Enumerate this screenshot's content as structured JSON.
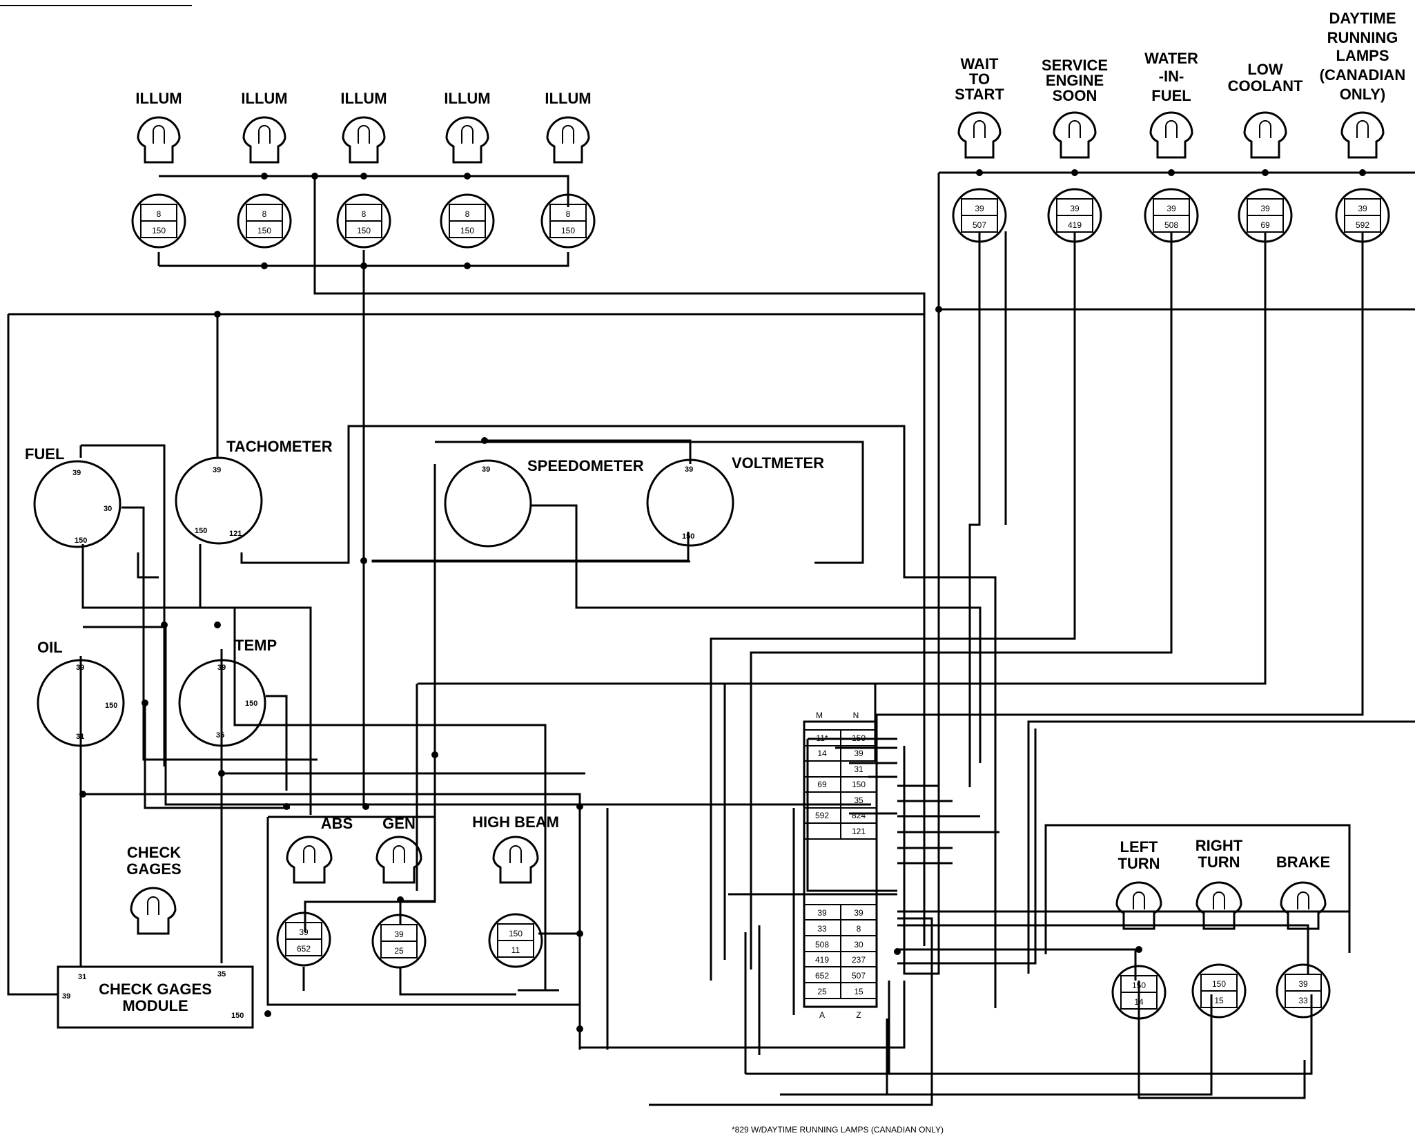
{
  "illum_lamps": [
    {
      "label": "ILLUM",
      "top": "8",
      "bottom": "150"
    },
    {
      "label": "ILLUM",
      "top": "8",
      "bottom": "150"
    },
    {
      "label": "ILLUM",
      "top": "8",
      "bottom": "150"
    },
    {
      "label": "ILLUM",
      "top": "8",
      "bottom": "150"
    },
    {
      "label": "ILLUM",
      "top": "8",
      "bottom": "150"
    }
  ],
  "warning_lamps": [
    {
      "label": [
        "WAIT",
        "TO",
        "START"
      ],
      "top": "39",
      "bottom": "507"
    },
    {
      "label": [
        "SERVICE",
        "ENGINE",
        "SOON"
      ],
      "top": "39",
      "bottom": "419"
    },
    {
      "label": [
        "WATER",
        "-IN-",
        "FUEL"
      ],
      "top": "39",
      "bottom": "508"
    },
    {
      "label": [
        "LOW",
        "COOLANT"
      ],
      "top": "39",
      "bottom": "69"
    },
    {
      "label": [
        "DAYTIME",
        "RUNNING",
        "LAMPS",
        "(CANADIAN",
        "ONLY)"
      ],
      "top": "39",
      "bottom": "592"
    }
  ],
  "gauges": {
    "fuel": {
      "label": "FUEL",
      "p1": "39",
      "p2": "30",
      "p3": "150"
    },
    "tachometer": {
      "label": "TACHOMETER",
      "p1": "39",
      "p2": "150",
      "p3": "121"
    },
    "speedometer": {
      "label": "SPEEDOMETER",
      "p1": "39"
    },
    "voltmeter": {
      "label": "VOLTMETER",
      "p1": "39",
      "p2": "150"
    },
    "oil": {
      "label": "OIL",
      "p1": "39",
      "p2": "150",
      "p3": "31"
    },
    "temp": {
      "label": "TEMP",
      "p1": "39",
      "p2": "150",
      "p3": "35"
    }
  },
  "center_lamps": {
    "abs": {
      "label": "ABS",
      "top": "39",
      "bottom": "652"
    },
    "gen": {
      "label": "GEN",
      "top": "39",
      "bottom": "25"
    },
    "high_beam": {
      "label": "HIGH BEAM",
      "top": "150",
      "bottom": "11"
    }
  },
  "check_gages": {
    "label": [
      "CHECK",
      "GAGES"
    ]
  },
  "module": {
    "label": [
      "CHECK GAGES",
      "MODULE"
    ],
    "pin_31": "31",
    "pin_35": "35",
    "pin_39": "39",
    "pin_150": "150"
  },
  "connector": {
    "col_m": "M",
    "col_n": "N",
    "col_a": "A",
    "col_z": "Z",
    "upper_rows": [
      [
        "11*",
        "150"
      ],
      [
        "14",
        "39"
      ],
      [
        "",
        "31"
      ],
      [
        "69",
        "150"
      ],
      [
        "",
        "35"
      ],
      [
        "592",
        "824"
      ],
      [
        "",
        "121"
      ]
    ],
    "lower_rows": [
      [
        "39",
        "39"
      ],
      [
        "33",
        "8"
      ],
      [
        "508",
        "30"
      ],
      [
        "419",
        "237"
      ],
      [
        "652",
        "507"
      ],
      [
        "25",
        "15"
      ]
    ]
  },
  "turn_lamps": [
    {
      "label": [
        "LEFT",
        "TURN"
      ],
      "top": "150",
      "bottom": "14"
    },
    {
      "label": [
        "RIGHT",
        "TURN"
      ],
      "top": "150",
      "bottom": "15"
    },
    {
      "label": [
        "BRAKE"
      ],
      "top": "39",
      "bottom": "33"
    }
  ],
  "footnote": "*829 W/DAYTIME RUNNING LAMPS (CANADIAN ONLY)"
}
